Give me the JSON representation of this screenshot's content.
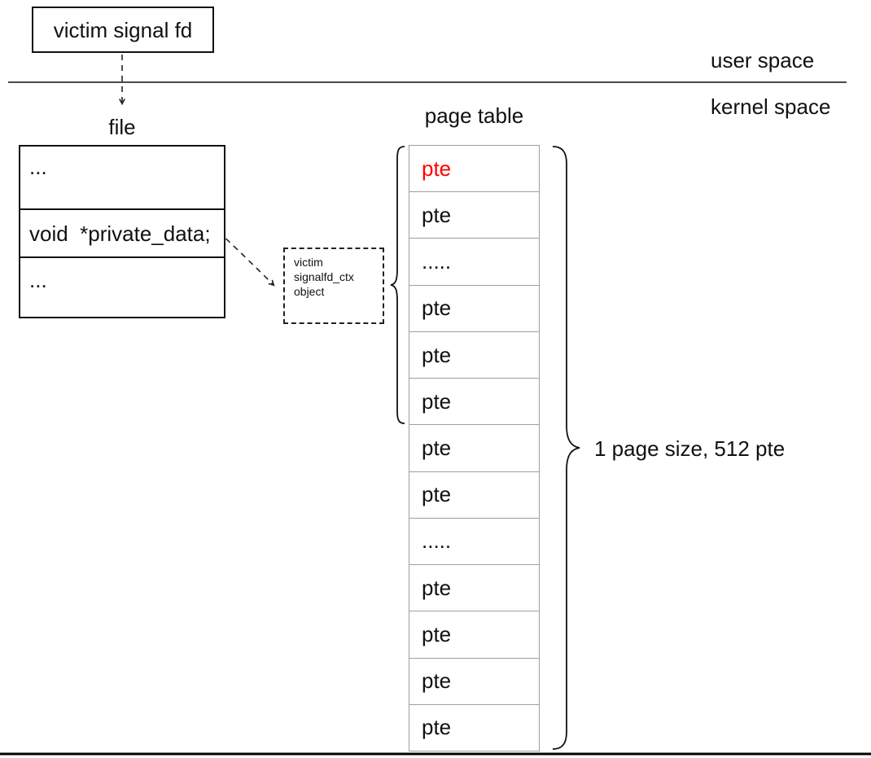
{
  "colors": {
    "pte_highlight": "#ff0000",
    "table_border": "#9e9e9e",
    "ink": "#111111"
  },
  "fd_box": {
    "label": "victim signal fd"
  },
  "memory_regions": {
    "user_label": "user space",
    "kernel_label": "kernel space"
  },
  "file_struct": {
    "title": "file",
    "rows": [
      "...",
      "void  *private_data;",
      "..."
    ]
  },
  "ctx_box": {
    "lines": [
      "victim",
      "signalfd_ctx",
      "object"
    ]
  },
  "page_table": {
    "title": "page table",
    "rows": [
      {
        "label": "pte",
        "highlighted": true
      },
      {
        "label": "pte",
        "highlighted": false
      },
      {
        "label": ".....",
        "highlighted": false
      },
      {
        "label": "pte",
        "highlighted": false
      },
      {
        "label": "pte",
        "highlighted": false
      },
      {
        "label": "pte",
        "highlighted": false
      },
      {
        "label": "pte",
        "highlighted": false
      },
      {
        "label": "pte",
        "highlighted": false
      },
      {
        "label": ".....",
        "highlighted": false
      },
      {
        "label": "pte",
        "highlighted": false
      },
      {
        "label": "pte",
        "highlighted": false
      },
      {
        "label": "pte",
        "highlighted": false
      },
      {
        "label": "pte",
        "highlighted": false
      }
    ],
    "size_label": "1 page size, 512 pte"
  }
}
